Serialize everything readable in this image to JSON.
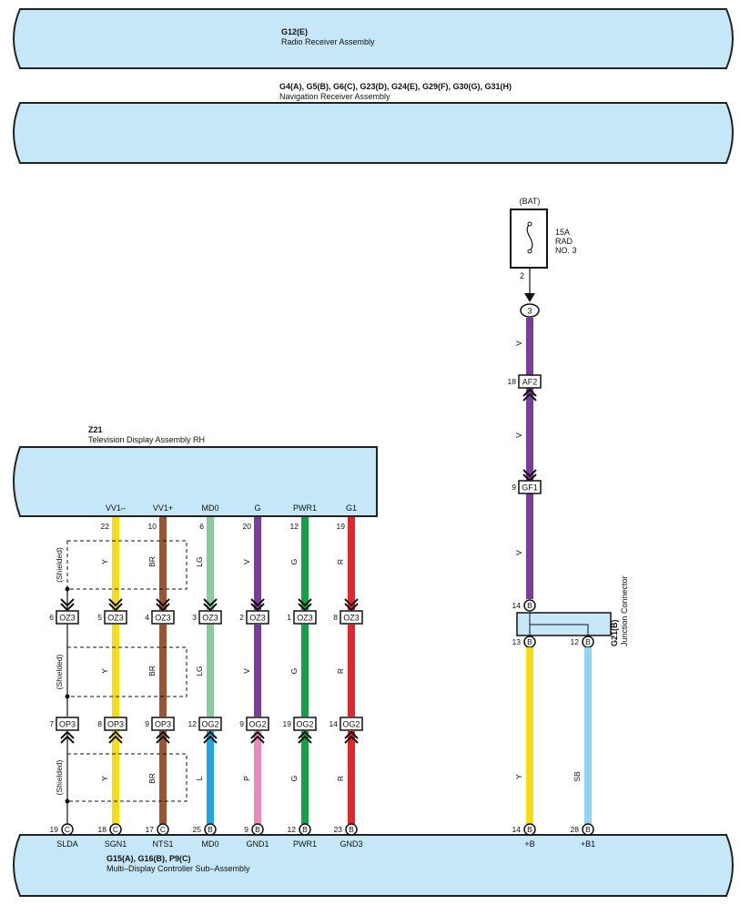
{
  "blocks": {
    "radio": {
      "code": "G12(E)",
      "name": "Radio Receiver Assembly"
    },
    "nav": {
      "code": "G4(A), G5(B), G6(C), G23(D), G24(E), G29(F), G30(G), G31(H)",
      "name": "Navigation Receiver Assembly"
    },
    "tv": {
      "code": "Z21",
      "name": "Television Display Assembly RH"
    },
    "mdc": {
      "code": "G15(A), G16(B), P9(C)",
      "name": "Multi–Display Controller Sub–Assembly"
    }
  },
  "fuse": {
    "source": "(BAT)",
    "rating": "15A",
    "name_line1": "RAD",
    "name_line2": "NO. 3",
    "pin": "2"
  },
  "junction": {
    "code": "G21(B)",
    "name": "Junction Connector"
  },
  "shield_label": "(Shielded)",
  "wires": [
    {
      "id": "vv1minus",
      "color": "#f7dc14",
      "tv_label": "VV1–",
      "tv_pin": "22",
      "wire1": "Y",
      "oz3_pin": "5",
      "wire2": "Y",
      "mid_pin": "8",
      "mid_conn": "OP3",
      "wire3": "Y",
      "end_pin": "18",
      "end_letter": "C",
      "end_label": "SGN1"
    },
    {
      "id": "vv1plus",
      "color": "#9c5432",
      "tv_label": "VV1+",
      "tv_pin": "10",
      "wire1": "BR",
      "oz3_pin": "4",
      "wire2": "BR",
      "mid_pin": "9",
      "mid_conn": "OP3",
      "wire3": "BR",
      "end_pin": "17",
      "end_letter": "C",
      "end_label": "NTS1"
    },
    {
      "id": "md0",
      "color": "#8bcc99",
      "color3": "#1ea6e2",
      "tv_label": "MD0",
      "tv_pin": "6",
      "wire1": "LG",
      "oz3_pin": "3",
      "wire2": "LG",
      "mid_pin": "12",
      "mid_conn": "OG2",
      "wire3": "L",
      "end_pin": "25",
      "end_letter": "B",
      "end_label": "MD0"
    },
    {
      "id": "g",
      "color": "#7a3d9c",
      "color3": "#ee88bb",
      "tv_label": "G",
      "tv_pin": "20",
      "wire1": "V",
      "oz3_pin": "2",
      "wire2": "V",
      "mid_pin": "9",
      "mid_conn": "OG2",
      "wire3": "P",
      "end_pin": "9",
      "end_letter": "B",
      "end_label": "GND1"
    },
    {
      "id": "pwr1",
      "color": "#12a04a",
      "tv_label": "PWR1",
      "tv_pin": "12",
      "wire1": "G",
      "oz3_pin": "1",
      "wire2": "G",
      "mid_pin": "19",
      "mid_conn": "OG2",
      "wire3": "G",
      "end_pin": "12",
      "end_letter": "B",
      "end_label": "PWR1"
    },
    {
      "id": "g1",
      "color": "#e3262b",
      "tv_label": "G1",
      "tv_pin": "19",
      "wire1": "R",
      "oz3_pin": "8",
      "wire2": "R",
      "mid_pin": "14",
      "mid_conn": "OG2",
      "wire3": "R",
      "end_pin": "23",
      "end_letter": "B",
      "end_label": "GND3"
    }
  ],
  "shield_conn": {
    "oz3_pin": "6",
    "conn_top": "OZ3",
    "mid_pin": "7",
    "conn_mid": "OP3",
    "end_pin": "19",
    "end_letter": "C",
    "end_label": "SLDA"
  },
  "right_circuit": {
    "bat_joint": "3",
    "wire_color_v": "#7a3d9c",
    "af2": {
      "pin": "18",
      "conn": "AF2"
    },
    "gf1": {
      "pin": "9",
      "conn": "GF1"
    },
    "v_labels": [
      "V",
      "V",
      "V"
    ],
    "jc_in": {
      "pin": "14",
      "letter": "B"
    },
    "jc_out1": {
      "pin": "13",
      "letter": "B"
    },
    "jc_out2": {
      "pin": "12",
      "letter": "B"
    },
    "wire_b": {
      "label": "Y",
      "color": "#f7dc14",
      "pin": "14",
      "letter": "B",
      "end_label": "+B"
    },
    "wire_b1": {
      "label": "SB",
      "color": "#8fd5f0",
      "pin": "28",
      "letter": "B",
      "end_label": "+B1"
    }
  }
}
